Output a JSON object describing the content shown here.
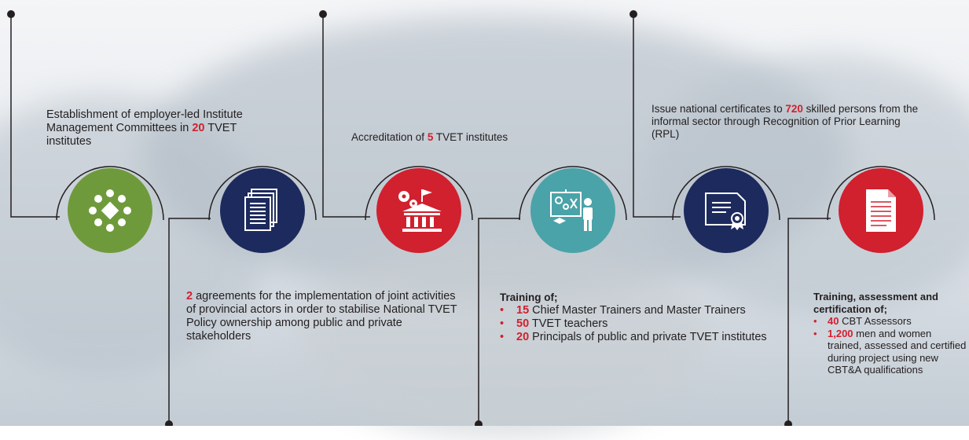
{
  "milestones": [
    {
      "text_before": "Establishment of employer-led Institute Management Committees in ",
      "number": "20",
      "text_after": " TVET institutes",
      "icon": "people-circle-icon",
      "color": "#6f9a3b"
    },
    {
      "text_before": "",
      "number": "2",
      "text_after": " agreements for the implementation of joint activities of provincial actors in order to stabilise National TVET Policy ownership among public and private stakeholders",
      "icon": "documents-icon",
      "color": "#1d2a5d"
    },
    {
      "text_before": "Accreditation of ",
      "number": "5",
      "text_after": " TVET institutes",
      "icon": "gears-building-icon",
      "color": "#d1202e"
    },
    {
      "heading": "Training of;",
      "bullets": [
        {
          "number": "15",
          "text": " Chief Master Trainers and Master Trainers"
        },
        {
          "number": "50",
          "text": " TVET teachers"
        },
        {
          "number": "20",
          "text": " Principals of public and private TVET institutes"
        }
      ],
      "icon": "trainer-presentation-icon",
      "color": "#4aa3a8"
    },
    {
      "text_before": "Issue national certificates to ",
      "number": "720",
      "text_after": " skilled persons from the informal sector through Recognition of Prior Learning (RPL)",
      "icon": "certificate-icon",
      "color": "#1d2a5d"
    },
    {
      "heading": "Training, assessment and certification of;",
      "bullets": [
        {
          "number": "40",
          "text": " CBT Assessors"
        },
        {
          "number": "1,200",
          "text": " men and women trained, assessed and certified during project using new CBT&A qualifications"
        }
      ],
      "icon": "document-page-icon",
      "color": "#d1202e"
    }
  ]
}
